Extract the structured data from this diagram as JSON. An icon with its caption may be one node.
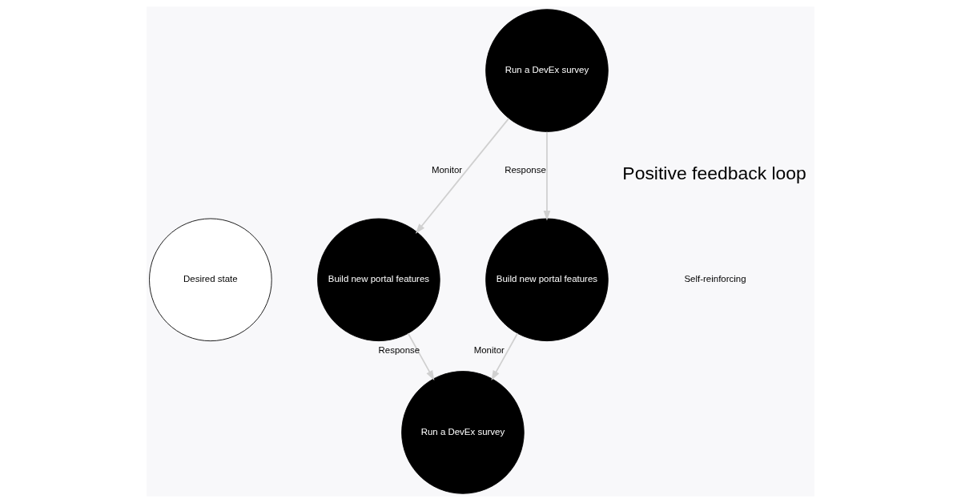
{
  "diagram": {
    "nodes": [
      {
        "text": [
          "Desired state"
        ]
      },
      {
        "text": [
          "Run a DevEx survey"
        ]
      },
      {
        "text": [
          "Build new portal features"
        ]
      },
      {
        "text": [
          "Build new portal features"
        ]
      },
      {
        "text": [
          "Run a DevEx survey"
        ]
      }
    ],
    "edges": [
      {
        "from": 1,
        "to": 2,
        "arrow": "to",
        "label": "Monitor"
      },
      {
        "from": 1,
        "to": 3,
        "arrow": "to",
        "label": "Response"
      },
      {
        "from": 2,
        "to": 4,
        "arrow": "to",
        "label": "Response"
      },
      {
        "from": 3,
        "to": 4,
        "arrow": "to",
        "label": "Monitor"
      }
    ],
    "labels": [
      "Positive feedback loop",
      "Self-reinforcing"
    ]
  }
}
